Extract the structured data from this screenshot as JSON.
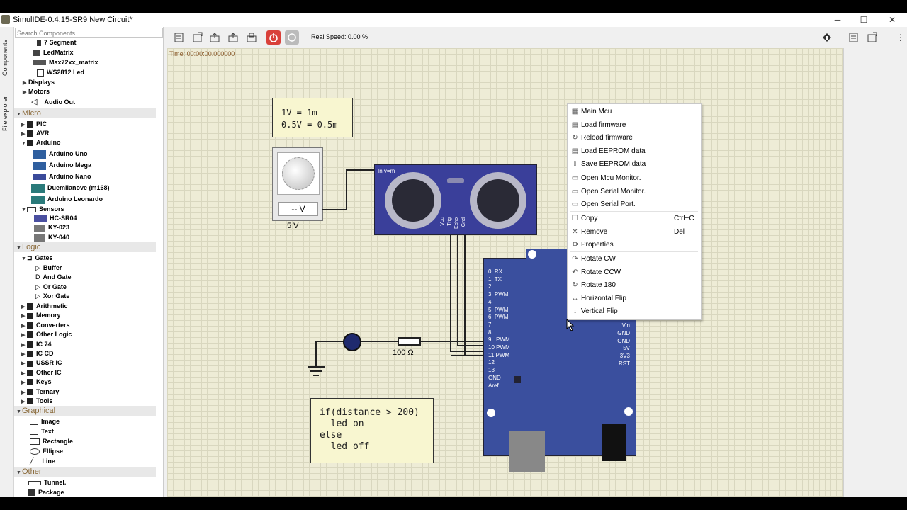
{
  "window": {
    "title": "SimulIDE-0.4.15-SR9   New Circuit*",
    "minimize": "─",
    "maximize": "☐",
    "close": "✕"
  },
  "side_tabs": [
    "Components",
    "File explorer"
  ],
  "search": {
    "placeholder": "Search Components"
  },
  "tree": {
    "items_top": [
      {
        "label": "7 Segment"
      },
      {
        "label": "LedMatrix"
      },
      {
        "label": "Max72xx_matrix"
      },
      {
        "label": "WS2812 Led"
      }
    ],
    "displays": "Displays",
    "motors": "Motors",
    "audio_out": "Audio Out",
    "micro": "Micro",
    "pic": "PIC",
    "avr": "AVR",
    "arduino": "Arduino",
    "arduino_items": [
      "Arduino Uno",
      "Arduino Mega",
      "Arduino Nano",
      "Duemilanove (m168)",
      "Arduino Leonardo"
    ],
    "sensors": "Sensors",
    "sensor_items": [
      "HC-SR04",
      "KY-023",
      "KY-040"
    ],
    "logic": "Logic",
    "gates": "Gates",
    "gate_items": [
      "Buffer",
      "And Gate",
      "Or Gate",
      "Xor Gate"
    ],
    "logic_groups": [
      "Arithmetic",
      "Memory",
      "Converters",
      "Other Logic",
      "IC 74",
      "IC CD",
      "USSR IC",
      "Other IC",
      "Keys",
      "Ternary",
      "Tools"
    ],
    "graphical": "Graphical",
    "graphical_items": [
      "Image",
      "Text",
      "Rectangle",
      "Ellipse",
      "Line"
    ],
    "other": "Other",
    "other_items": [
      "Tunnel.",
      "Package"
    ]
  },
  "toolbar": {
    "speed": "Real Speed: 0.00 %"
  },
  "canvas": {
    "time": "Time: 00:00:00.000000",
    "note1": [
      "1V = 1m",
      "0.5V = 0.5m"
    ],
    "voltmeter_display": "-- V",
    "voltmeter_label": "5 V",
    "sensor_label": "In v=m",
    "sensor_pins": [
      "Vcc",
      "Trig",
      "Echo",
      "Gnd"
    ],
    "resistor_label": "100 Ω",
    "code": [
      "if(distance > 200)",
      "  led on",
      "else",
      "  led off"
    ],
    "arduino_left_pins": [
      "0  RX",
      "1  TX",
      "2",
      "3  PWM",
      "4",
      "5  PWM",
      "6  PWM",
      "7",
      "8",
      "9   PWM",
      "10 PWM",
      "11 PWM",
      "12",
      "13",
      "GND",
      "Aref"
    ],
    "arduino_right_pins": [
      "Vin",
      "GND",
      "GND",
      "5V",
      "3V3",
      "RST"
    ]
  },
  "context_menu": {
    "items": [
      {
        "label": "Main Mcu",
        "icon": "chip-icon",
        "shortcut": ""
      },
      {
        "label": "Load firmware",
        "icon": "load-icon",
        "shortcut": ""
      },
      {
        "label": "Reload firmware",
        "icon": "reload-icon",
        "shortcut": ""
      },
      {
        "label": "Load EEPROM data",
        "icon": "load-icon",
        "shortcut": ""
      },
      {
        "label": "Save EEPROM data",
        "icon": "save-icon",
        "shortcut": ""
      },
      {
        "label": "Open Mcu Monitor.",
        "icon": "monitor-icon",
        "shortcut": ""
      },
      {
        "label": "Open Serial Monitor.",
        "icon": "monitor-icon",
        "shortcut": ""
      },
      {
        "label": "Open Serial Port.",
        "icon": "monitor-icon",
        "shortcut": ""
      },
      {
        "label": "Copy",
        "icon": "copy-icon",
        "shortcut": "Ctrl+C"
      },
      {
        "label": "Remove",
        "icon": "remove-icon",
        "shortcut": "Del"
      },
      {
        "label": "Properties",
        "icon": "properties-icon",
        "shortcut": ""
      },
      {
        "label": "Rotate CW",
        "icon": "rotate-cw-icon",
        "shortcut": ""
      },
      {
        "label": "Rotate CCW",
        "icon": "rotate-ccw-icon",
        "shortcut": ""
      },
      {
        "label": "Rotate 180",
        "icon": "rotate-180-icon",
        "shortcut": ""
      },
      {
        "label": "Horizontal Flip",
        "icon": "hflip-icon",
        "shortcut": ""
      },
      {
        "label": "Vertical Flip",
        "icon": "vflip-icon",
        "shortcut": ""
      }
    ]
  },
  "colors": {
    "canvas": "#eeecd6",
    "category": "#8a6a3a",
    "arduino": "#3a4f9e",
    "sensor": "#3a3f9a",
    "stop_button": "#d9403a"
  }
}
